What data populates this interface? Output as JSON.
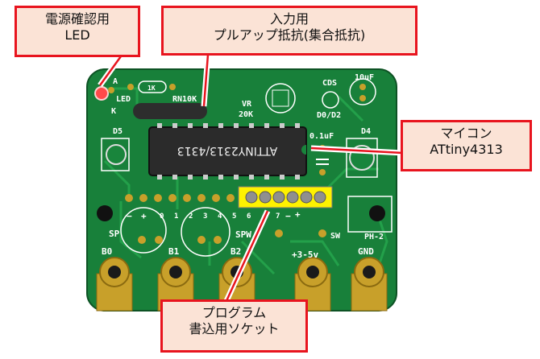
{
  "callouts": {
    "led": {
      "line1": "電源確認用",
      "line2": "LED"
    },
    "pullup": {
      "line1": "入力用",
      "line2": "プルアップ抵抗(集合抵抗)"
    },
    "mcu": {
      "line1": "マイコン",
      "line2": "ATtiny4313"
    },
    "socket": {
      "line1": "プログラム",
      "line2": "書込用ソケット"
    }
  },
  "silkscreen": {
    "a": "A",
    "led": "LED",
    "k": "K",
    "r1k": "1K",
    "rn10k": "RN10K",
    "vr": "VR",
    "r20k": "20K",
    "cds": "CDS",
    "d0d2": "D0/D2",
    "cap10uf": "10uF",
    "cap01uf": "0.1uF",
    "d4": "D4",
    "d5": "D5",
    "chip": "ATTINY2313/4313",
    "minus_left": "−",
    "plus_left": "+",
    "pins": [
      "0",
      "1",
      "2",
      "3",
      "4",
      "5",
      "6",
      "7"
    ],
    "minus_right": "−",
    "plus_right": "+",
    "sp": "SP",
    "spw": "SPW",
    "sw": "SW",
    "ph2": "PH-2",
    "b0": "B0",
    "b1": "B1",
    "b2": "B2",
    "supply": "+3-5v",
    "gnd": "GND"
  }
}
